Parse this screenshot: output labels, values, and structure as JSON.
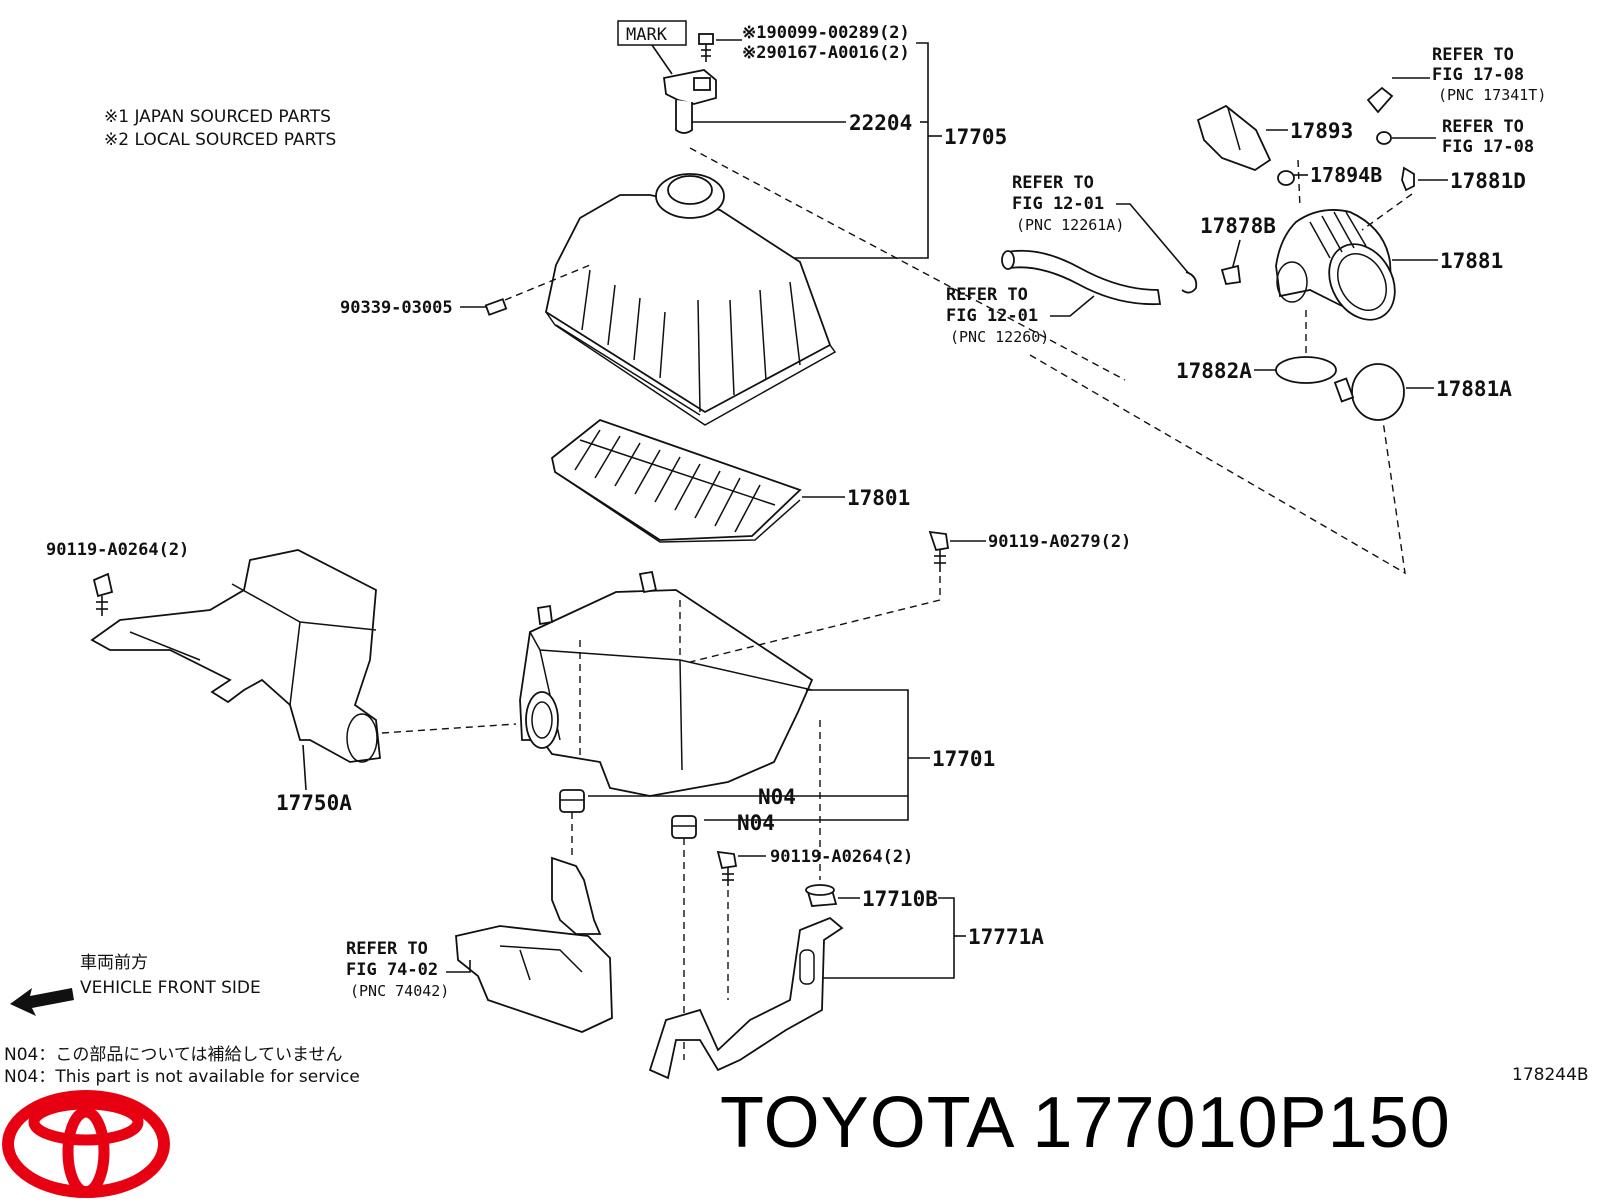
{
  "labels": {
    "mark": "MARK",
    "p190099": "※190099-00289(2)",
    "p290167": "※290167-A0016(2)",
    "p22204": "22204",
    "p17705": "17705",
    "p90339": "90339-03005",
    "p17801": "17801",
    "p90119_a0264_left": "90119-A0264(2)",
    "p90119_a0279": "90119-A0279(2)",
    "p17701": "17701",
    "p17750a": "17750A",
    "n04_a": "N04",
    "n04_b": "N04",
    "p90119_a0264_bottom": "90119-A0264(2)",
    "p17710b": "17710B",
    "p17771a": "17771A",
    "p17893": "17893",
    "p17894b": "17894B",
    "p17881d": "17881D",
    "p17878b": "17878B",
    "p17881": "17881",
    "p17882a": "17882A",
    "p17881a": "17881A"
  },
  "notes": {
    "japan_sourced": "※1 JAPAN SOURCED PARTS",
    "local_sourced": "※2 LOCAL SOURCED PARTS",
    "front_jp": "車両前方",
    "front_en": "VEHICLE FRONT SIDE",
    "n04_jp": "N04：この部品については補給していません",
    "n04_en": "N04：This part is not available for service",
    "figure_id": "178244B"
  },
  "refs": {
    "r1708a": {
      "l1": "REFER TO",
      "l2": "FIG 17-08",
      "l3": "(PNC 17341T)"
    },
    "r1708b": {
      "l1": "REFER TO",
      "l2": "FIG 17-08"
    },
    "r1201a": {
      "l1": "REFER TO",
      "l2": "FIG 12-01",
      "l3": "(PNC 12261A)"
    },
    "r1201b": {
      "l1": "REFER TO",
      "l2": "FIG 12-01",
      "l3": "(PNC 12260)"
    },
    "r7402": {
      "l1": "REFER TO",
      "l2": "FIG 74-02",
      "l3": "(PNC 74042)"
    }
  },
  "brand": {
    "title": "TOYOTA 177010P150",
    "logo": "toyota-logo",
    "logo_color": "#e60012"
  },
  "icons": {
    "front_arrow": "arrow-left-icon"
  }
}
